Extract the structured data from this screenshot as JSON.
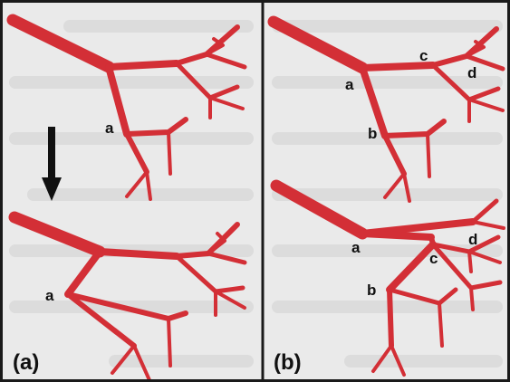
{
  "colors": {
    "vessel": "#d32f36",
    "panel_bg": "#eaeaea",
    "ghost_text": "#d2d2d2",
    "border": "#1a1a1a",
    "label": "#111111"
  },
  "panel_a": {
    "caption": "(a)",
    "label_top": "a",
    "label_bottom": "a",
    "arrow_icon": "down-arrow-icon"
  },
  "panel_b": {
    "caption": "(b)",
    "top_labels": {
      "a": "a",
      "b": "b",
      "c": "c",
      "d": "d"
    },
    "bottom_labels": {
      "a": "a",
      "b": "b",
      "c": "c",
      "d": "d"
    }
  }
}
